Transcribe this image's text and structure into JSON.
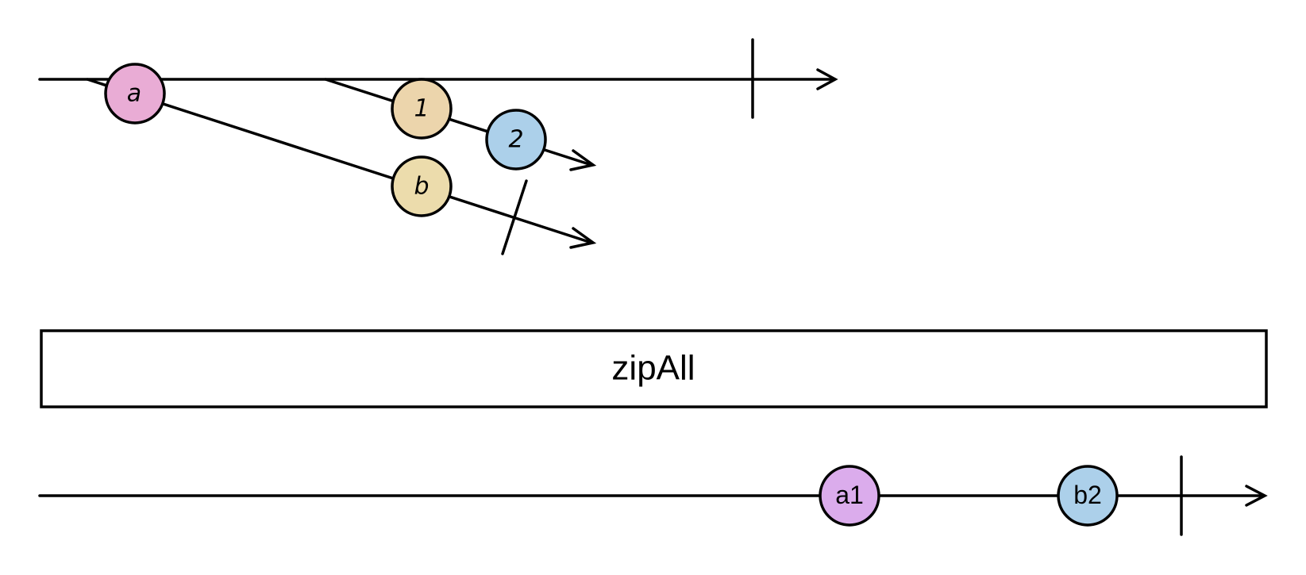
{
  "operator": {
    "label": "zipAll"
  },
  "colors": {
    "marble_a": "#e9acd5",
    "marble_b": "#ecdcac",
    "marble_1": "#ecd5ac",
    "marble_2": "#acd0ea",
    "marble_a1": "#dbacec",
    "marble_b2": "#acd0ea"
  },
  "input": {
    "outer_stream": {
      "completes": true
    },
    "inner_streams": [
      {
        "marbles": [
          {
            "label": "a",
            "color": "#e9acd5"
          },
          {
            "label": "b",
            "color": "#ecdcac"
          }
        ],
        "completes": true
      },
      {
        "marbles": [
          {
            "label": "1",
            "color": "#ecd5ac"
          },
          {
            "label": "2",
            "color": "#acd0ea"
          }
        ],
        "completes": false
      }
    ]
  },
  "output": {
    "marbles": [
      {
        "label": "a1",
        "color": "#dbacec"
      },
      {
        "label": "b2",
        "color": "#acd0ea"
      }
    ],
    "completes": true
  }
}
